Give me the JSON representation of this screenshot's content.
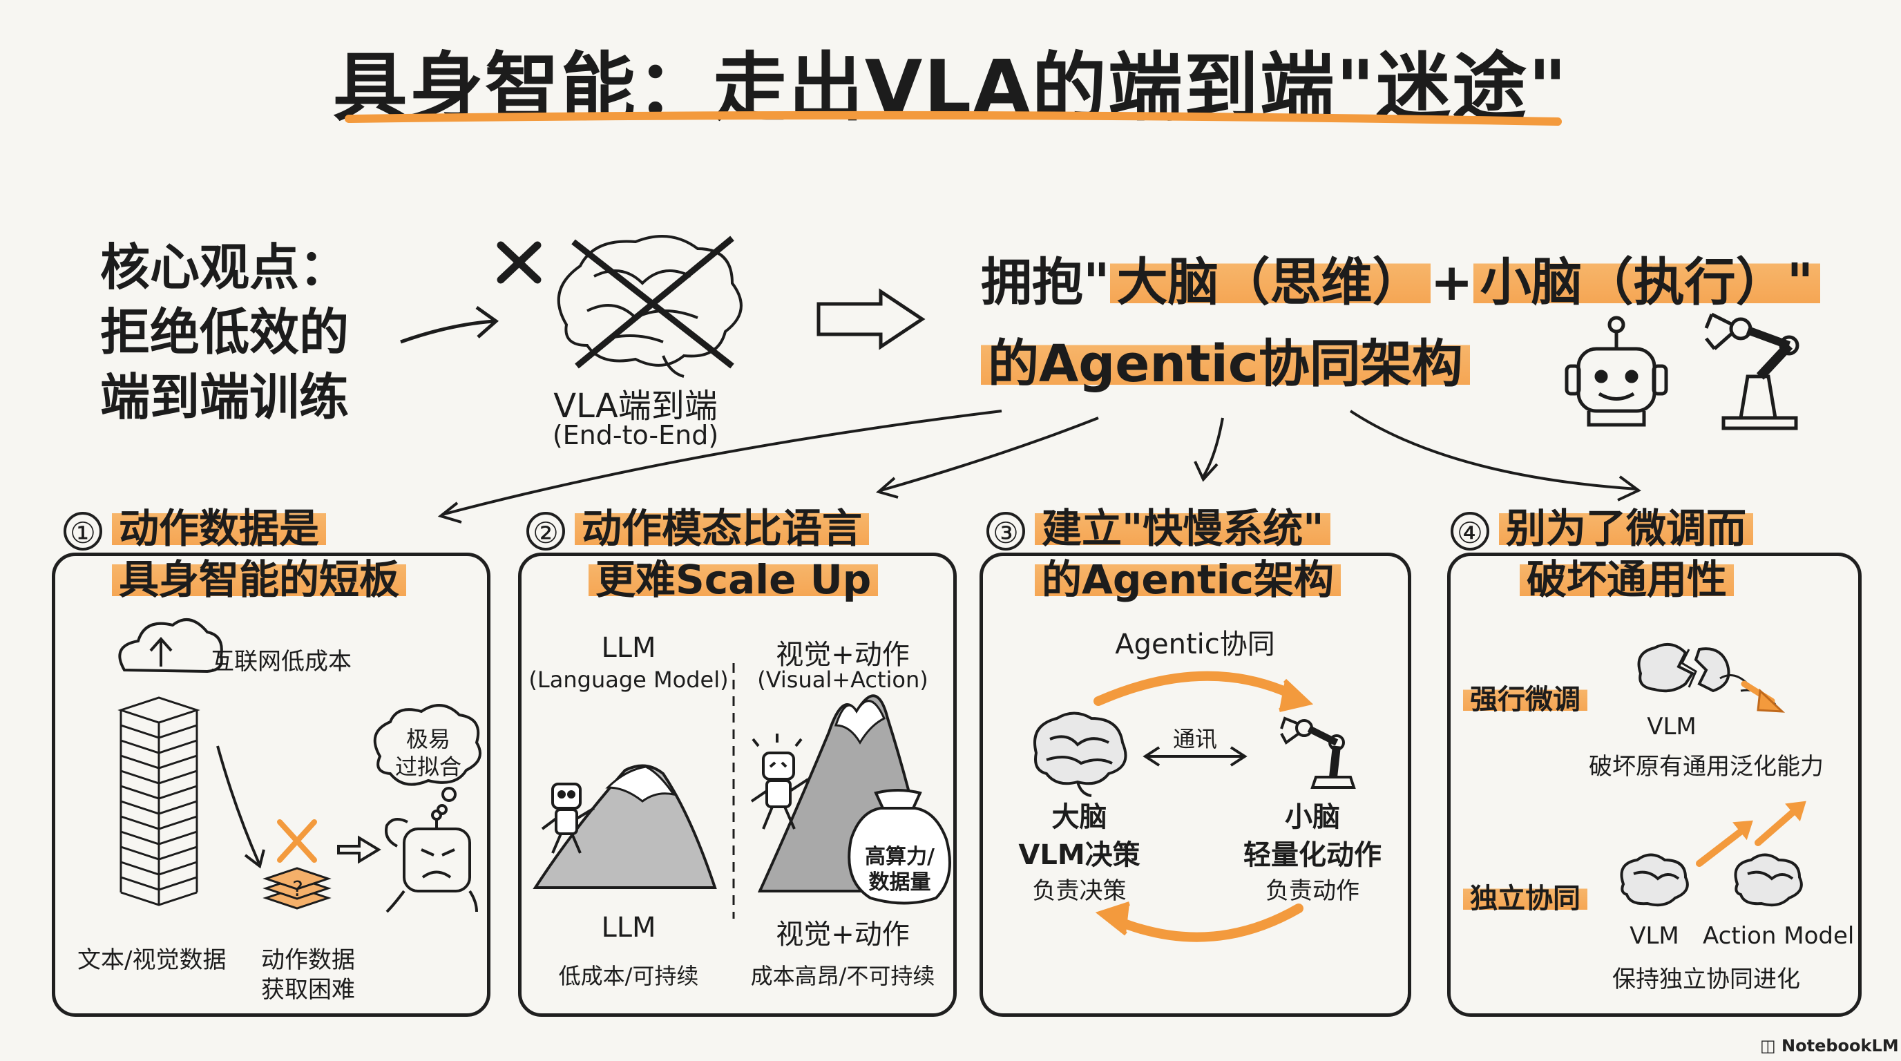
{
  "title": "具身智能：走出VLA的端到端\"迷途\"",
  "core": {
    "line1": "核心观点：",
    "line2": "拒绝低效的",
    "line3": "端到端训练"
  },
  "vla": {
    "label": "VLA端到端",
    "sub": "(End-to-End)"
  },
  "agentic": {
    "prefix": "拥抱\"",
    "highlight1": "大脑（思维）",
    "plus": "+",
    "highlight2": "小脑（执行）\"",
    "line2": "的Agentic协同架构"
  },
  "panels": [
    {
      "num": "①",
      "title1": "动作数据是",
      "title2": "具身智能的短板",
      "cloud_label": "互联网低成本",
      "bubble1": "极易",
      "bubble2": "过拟合",
      "question": "?",
      "col1": "文本/视觉数据",
      "col2a": "动作数据",
      "col2b": "获取困难"
    },
    {
      "num": "②",
      "title1": "动作模态比语言",
      "title2": "更难Scale Up",
      "llm": "LLM",
      "llm_sub": "(Language Model)",
      "va": "视觉+动作",
      "va_sub": "(Visual+Action)",
      "bag1": "高算力/",
      "bag2": "数据量",
      "bottom_llm": "LLM",
      "bottom_llm_sub": "低成本/可持续",
      "bottom_va": "视觉+动作",
      "bottom_va_sub": "成本高昂/不可持续"
    },
    {
      "num": "③",
      "title1": "建立\"快慢系统\"",
      "title2": "的Agentic架构",
      "top_label": "Agentic协同",
      "comm": "通讯",
      "brain_title": "大脑",
      "brain_sub": "VLM决策",
      "brain_sub2": "负责决策",
      "cereb_title": "小脑",
      "cereb_sub": "轻量化动作",
      "cereb_sub2": "负责动作"
    },
    {
      "num": "④",
      "title1": "别为了微调而",
      "title2": "破坏通用性",
      "tag1": "强行微调",
      "vlm1": "VLM",
      "damage": "破坏原有通用泛化能力",
      "tag2": "独立协同",
      "vlm2": "VLM",
      "action_model": "Action Model",
      "keep": "保持独立协同进化"
    }
  ],
  "footer": "NotebookLM",
  "colors": {
    "accent": "#f39a3d",
    "ink": "#1c1c1c",
    "paper": "#f7f6f2"
  }
}
